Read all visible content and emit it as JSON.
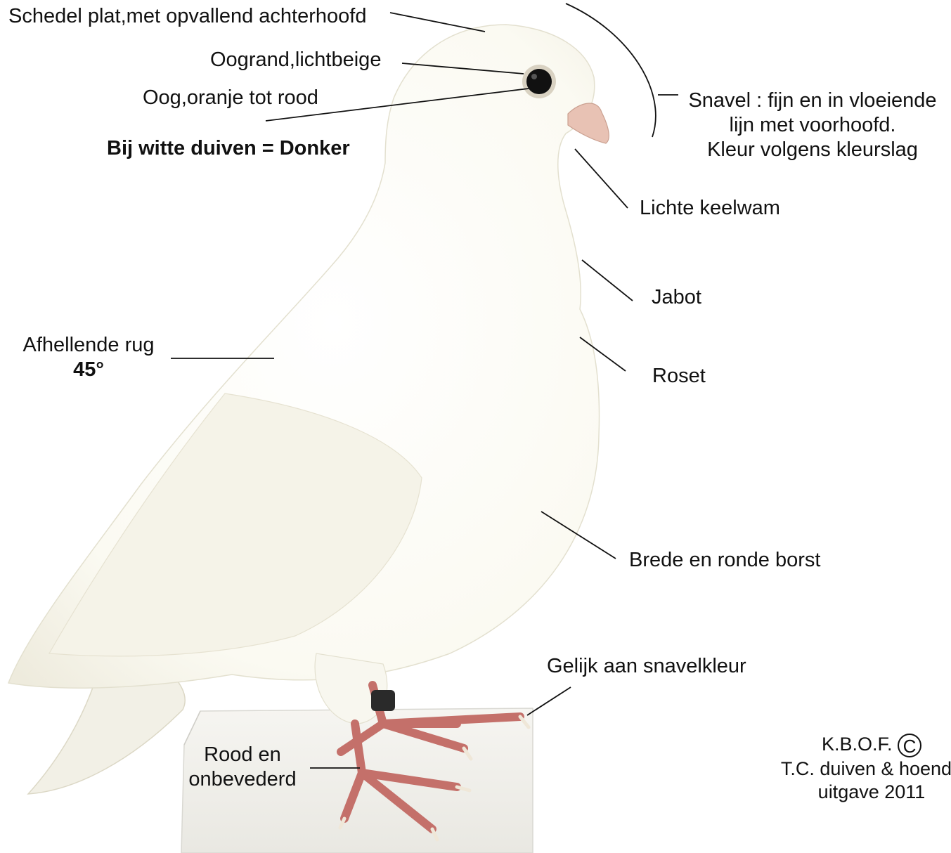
{
  "labels": {
    "skull": "Schedel plat,met opvallend achterhoofd",
    "eye_rim": "Oogrand,lichtbeige",
    "eye": "Oog,oranje tot rood",
    "eye_white_note": "Bij witte duiven = Donker",
    "beak_line1": "Snavel : fijn en in vloeiende",
    "beak_line2": "lijn met voorhoofd.",
    "beak_line3": "Kleur volgens kleurslag",
    "dewlap": "Lichte keelwam",
    "jabot": "Jabot",
    "rosette": "Roset",
    "back_line1": "Afhellende rug",
    "back_line2": "45°",
    "breast": "Brede en ronde borst",
    "claws": "Gelijk aan snavelkleur",
    "legs_line1": "Rood en",
    "legs_line2": "onbevederd"
  },
  "credit": {
    "org": "K.B.O.F.",
    "copyright_symbol": "©",
    "line2": "T.C. duiven & hoende",
    "line3": "uitgave 2011"
  },
  "colors": {
    "plumage": "#fbfaf2",
    "plumage_shadow": "#e9e6d8",
    "eye": "#111111",
    "eye_rim": "#d9d2c2",
    "beak": "#e8c2b4",
    "feet": "#d98a7e",
    "leader_lines": "#111111",
    "perch": "#f3f2ee"
  },
  "icons": {
    "copyright": "copyright-circle-icon"
  }
}
